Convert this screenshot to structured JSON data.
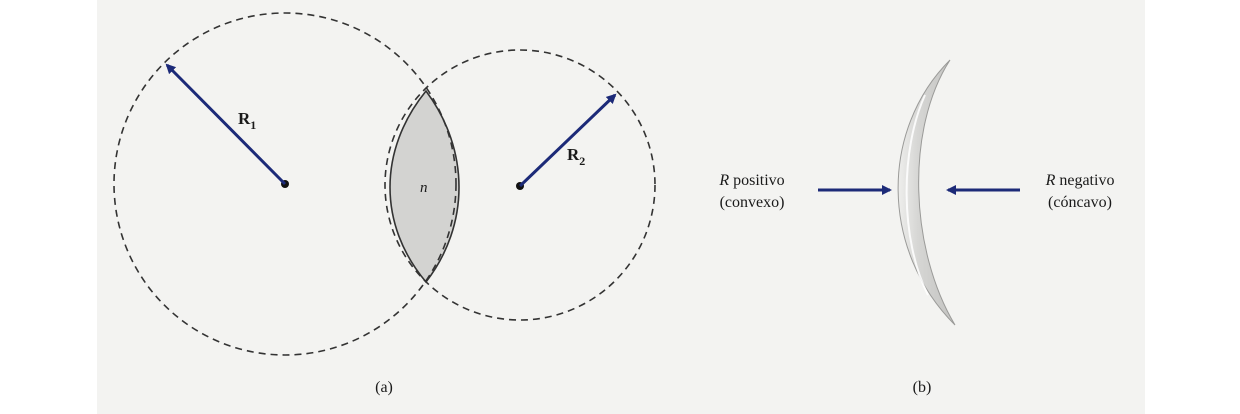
{
  "panel_a": {
    "radius_1_symbol": "R",
    "radius_1_subscript": "1",
    "radius_2_symbol": "R",
    "radius_2_subscript": "2",
    "lens_index": "n",
    "caption": "(a)"
  },
  "panel_b": {
    "left_label_symbol": "R",
    "left_label_word": "positivo",
    "left_label_sub": "(convexo)",
    "right_label_symbol": "R",
    "right_label_word": "negativo",
    "right_label_sub": "(cóncavo)",
    "caption": "(b)"
  },
  "colors": {
    "arrow": "#1c2a78",
    "lens_fill": "#d3d3d1",
    "background": "#f3f3f1"
  }
}
